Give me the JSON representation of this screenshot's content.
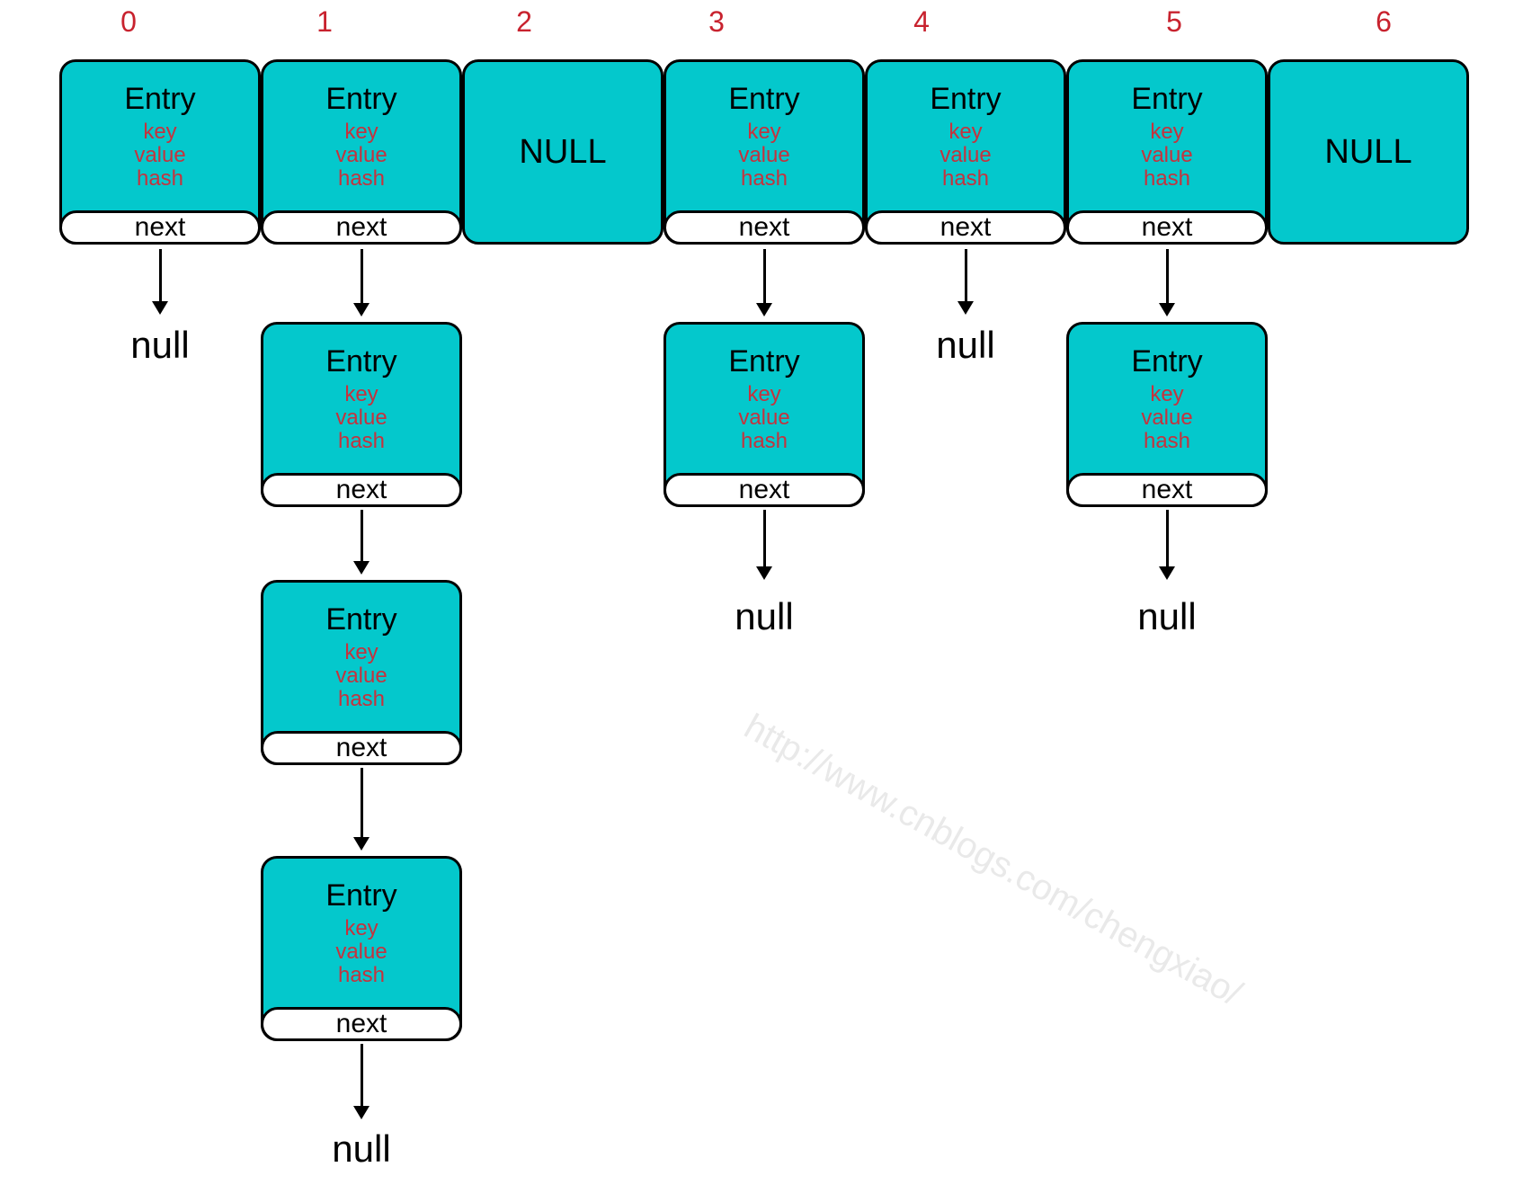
{
  "diagram": {
    "labels": {
      "entry": "Entry",
      "key": "key",
      "value": "value",
      "hash": "hash",
      "next": "next",
      "null_lower": "null",
      "null_caps": "NULL"
    },
    "buckets": [
      {
        "index": "0",
        "type": "entry",
        "chain_entries": 1,
        "terminal": "null"
      },
      {
        "index": "1",
        "type": "entry",
        "chain_entries": 4,
        "terminal": "null"
      },
      {
        "index": "2",
        "type": "null"
      },
      {
        "index": "3",
        "type": "entry",
        "chain_entries": 2,
        "terminal": "null"
      },
      {
        "index": "4",
        "type": "entry",
        "chain_entries": 1,
        "terminal": "null"
      },
      {
        "index": "5",
        "type": "entry",
        "chain_entries": 2,
        "terminal": "null"
      },
      {
        "index": "6",
        "type": "null"
      }
    ],
    "watermark": "http://www.cnblogs.com/chengxiao/",
    "colors": {
      "node_fill": "#04c8cc",
      "node_border": "#000000",
      "entry_title": "#000000",
      "field_red": "#c5333e",
      "index_red": "#c8222e",
      "watermark_gray": "#e9e9e9"
    }
  }
}
